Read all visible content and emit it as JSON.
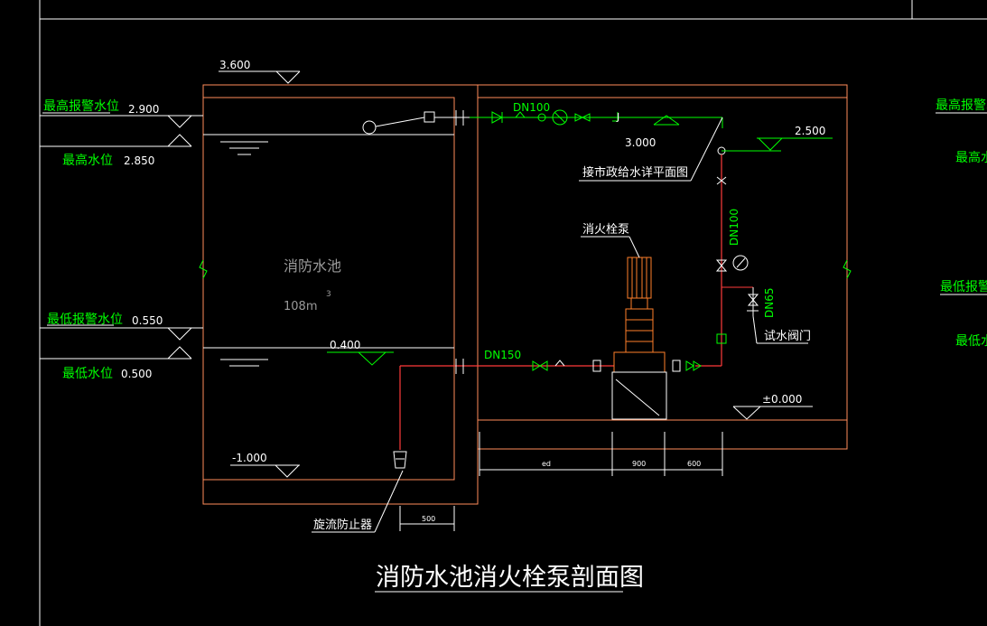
{
  "colors": {
    "background": "#000000",
    "frame": "#ffffff",
    "structure": "#ff8c5a",
    "pipe": "#ff3b3b",
    "annotation": "#00ff00",
    "pump": "#ff7f2a",
    "dimension": "#ffffff",
    "water_line": "#ffffff"
  },
  "title": "消防水池消火栓泵剖面图",
  "tank": {
    "name": "消防水池",
    "volume": "108m",
    "volume_superscript": "3"
  },
  "elevations": {
    "top": "3.600",
    "max_alarm": "2.900",
    "max_level": "2.850",
    "min_alarm": "0.550",
    "min_level": "0.500",
    "suction": "0.400",
    "bottom": "-1.000",
    "inlet": "3.000",
    "branch": "2.500",
    "floor": "±0.000"
  },
  "labels": {
    "max_alarm": "最高报警水位",
    "max_level": "最高水位",
    "min_alarm": "最低报警水位",
    "min_level": "最低水位",
    "inlet_pipe": "DN100",
    "municipal": "接市政给水详平面图",
    "pump": "消火栓泵",
    "riser": "DN100",
    "test_pipe": "DN65",
    "test_valve": "试水阀门",
    "suction_pipe": "DN150",
    "vortex": "旋流防止器",
    "j_mark": "J"
  },
  "dimensions": {
    "sump_width": "500",
    "base_left": "ed",
    "base_mid": "900",
    "base_right": "600"
  },
  "right_panel": {
    "max_alarm": "最高报警水位",
    "max_level": "最高水",
    "min_alarm": "最低报警水",
    "min_level": "最低水"
  }
}
